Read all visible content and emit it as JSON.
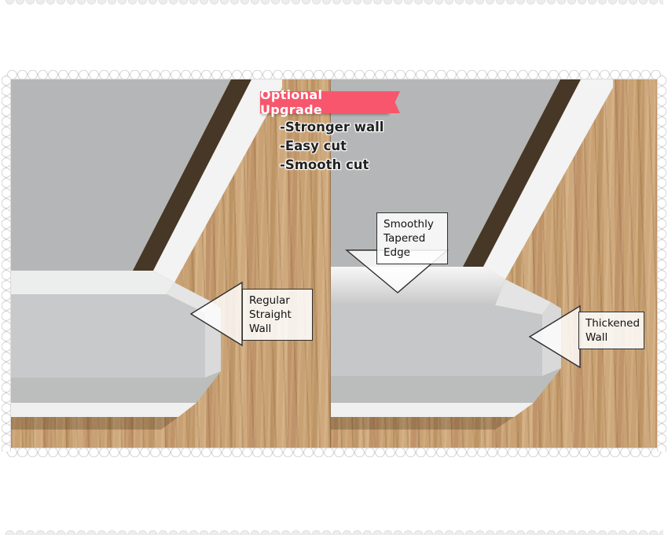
{
  "banner": {
    "label": "Optional Upgrade",
    "bg_color": "#f8566c",
    "text_color": "#ffffff"
  },
  "features": {
    "items": [
      "-Stronger wall",
      "-Easy cut",
      "-Smooth cut"
    ]
  },
  "callouts": {
    "regular": {
      "lines": [
        "Regular",
        "Straight",
        "Wall"
      ]
    },
    "tapered": {
      "lines": [
        "Smoothly",
        "Tapered",
        "Edge"
      ]
    },
    "thickened": {
      "lines": [
        "Thickened",
        "Wall"
      ]
    }
  },
  "icons": {
    "regular": "arrow-left-icon",
    "tapered": "arrow-down-icon",
    "thickened": "arrow-left-icon"
  },
  "colors": {
    "wood": "#c49c6d",
    "wood_streak_dark": "#bb9160",
    "box_floor": "#b5b6b7",
    "box_shadow_gap": "#463726",
    "box_rim_white": "#f2f3f2",
    "box_wall": "#c8c9ca",
    "callout_border": "#2e2e2e",
    "callout_bg": "#ffffff",
    "banner_pink": "#f8566c"
  }
}
